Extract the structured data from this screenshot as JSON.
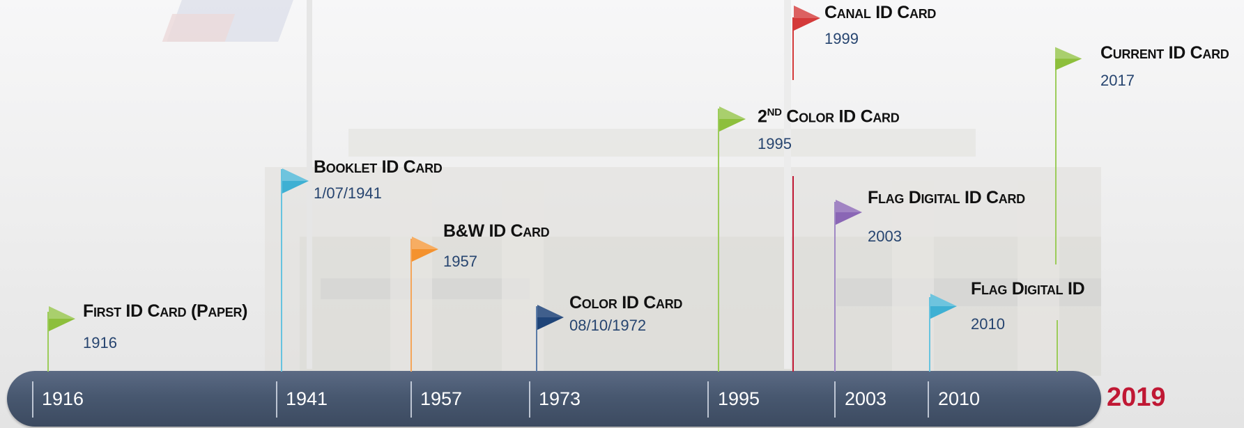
{
  "timeline": {
    "axis_years": [
      "1916",
      "1941",
      "1957",
      "1973",
      "1995",
      "2003",
      "2010"
    ],
    "end_year": "2019",
    "end_year_color": "#c01834",
    "bar_color": "#485870"
  },
  "milestones": [
    {
      "title": "First ID Card (Paper)",
      "date": "1916",
      "flag_color": "#8dbf3c"
    },
    {
      "title": "Booklet ID Card",
      "date": "1/07/1941",
      "flag_color": "#3eb0d3"
    },
    {
      "title": "B&W ID Card",
      "date": "1957",
      "flag_color": "#f4922e"
    },
    {
      "title": "Color ID Card",
      "date": "08/10/1972",
      "flag_color": "#1f4478"
    },
    {
      "title_num": "2",
      "title_sup": "ND",
      "title_rest": " Color ID Card",
      "date": "1995",
      "flag_color": "#8dbf3c"
    },
    {
      "title": "Canal ID Card",
      "date": "1999",
      "flag_color": "#d43a3a"
    },
    {
      "title": "Flag Digital ID Card",
      "date": "2003",
      "flag_color": "#8a66b5"
    },
    {
      "title": "Flag Digital ID",
      "date": "2010",
      "flag_color": "#3eb0d3"
    },
    {
      "title": "Current ID Card",
      "date": "2017",
      "flag_color": "#8dbf3c"
    }
  ]
}
